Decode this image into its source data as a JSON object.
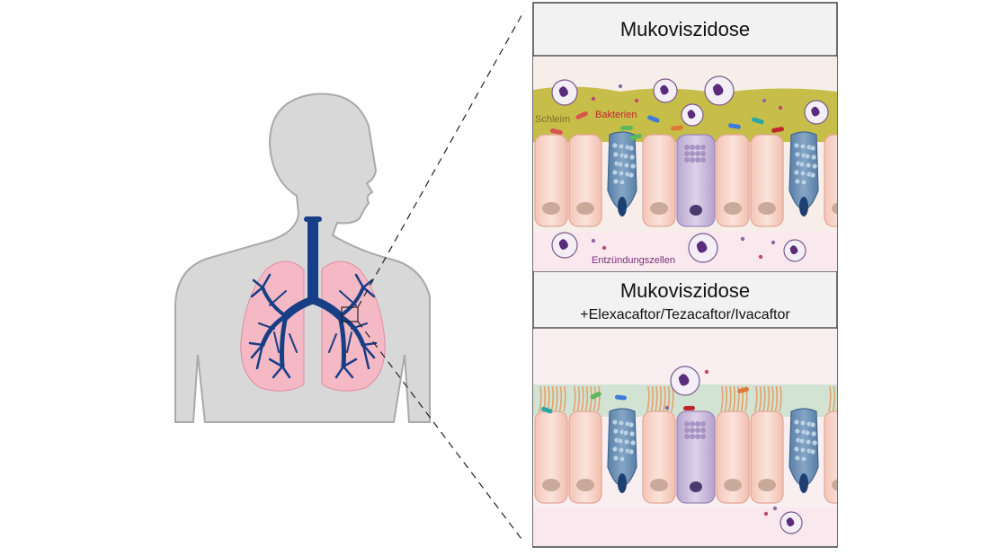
{
  "panels": {
    "top": {
      "title": "Mukoviszidose"
    },
    "bottom": {
      "title": "Mukoviszidose",
      "subtitle": "+Elexacaftor/Tezacaftor/Ivacaftor"
    }
  },
  "labels": {
    "mucus": "Schleim",
    "bacteria": "Bakterien",
    "inflammatory_cells": "Entzündungszellen"
  },
  "colors": {
    "body": "#d7d7d7",
    "airway": "#173f86",
    "lung": "#f3b6c3",
    "mucus_layer": "#c8c04a",
    "healthy_layer": "#cfe1d0",
    "cell_epithelial": "#f6d3c8",
    "cell_goblet": "#cbbcd9",
    "cell_ciliated": "#6f93b8",
    "bacteria_label": "#c0272d",
    "mucus_label": "#7a6f2a",
    "inflammation_label": "#7b2f7e"
  }
}
